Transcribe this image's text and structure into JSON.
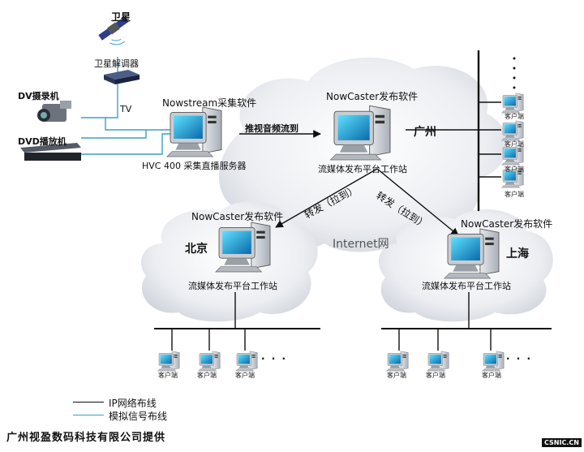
{
  "title": "流媒体直播网络拓扑图",
  "satellite": {
    "label": "卫星"
  },
  "satellite_receiver": {
    "label": "卫星解调器",
    "tv_label": "TV"
  },
  "sources": [
    {
      "label": "DV摄录机"
    },
    {
      "label": "DVD播放机"
    }
  ],
  "capture_server": {
    "software": "Nowstream采集软件",
    "label": "HVC 400 采集直播服务器"
  },
  "push_label": "推视音频流到",
  "internet_label": "Internet网",
  "stations": {
    "guangzhou": {
      "city": "广州",
      "software": "NowCaster发布软件",
      "label": "流媒体发布平台工作站"
    },
    "beijing": {
      "city": "北京",
      "software": "NowCaster发布软件",
      "label": "流媒体发布平台工作站"
    },
    "shanghai": {
      "city": "上海",
      "software": "NowCaster发布软件",
      "label": "流媒体发布平台工作站"
    }
  },
  "forward_label_left": "转发（拉到）",
  "forward_label_right": "转发（拉到）",
  "client_label": "客户端",
  "ellipsis": ". . .",
  "legend": {
    "ip_line": "IP网络布线",
    "analog_line": "模拟信号布线",
    "ip_color": "#111111",
    "analog_color": "#3aa0c8"
  },
  "footer": {
    "provider": "广州视盈数码科技有限公司提供",
    "watermark": "CSNIC.CN"
  }
}
